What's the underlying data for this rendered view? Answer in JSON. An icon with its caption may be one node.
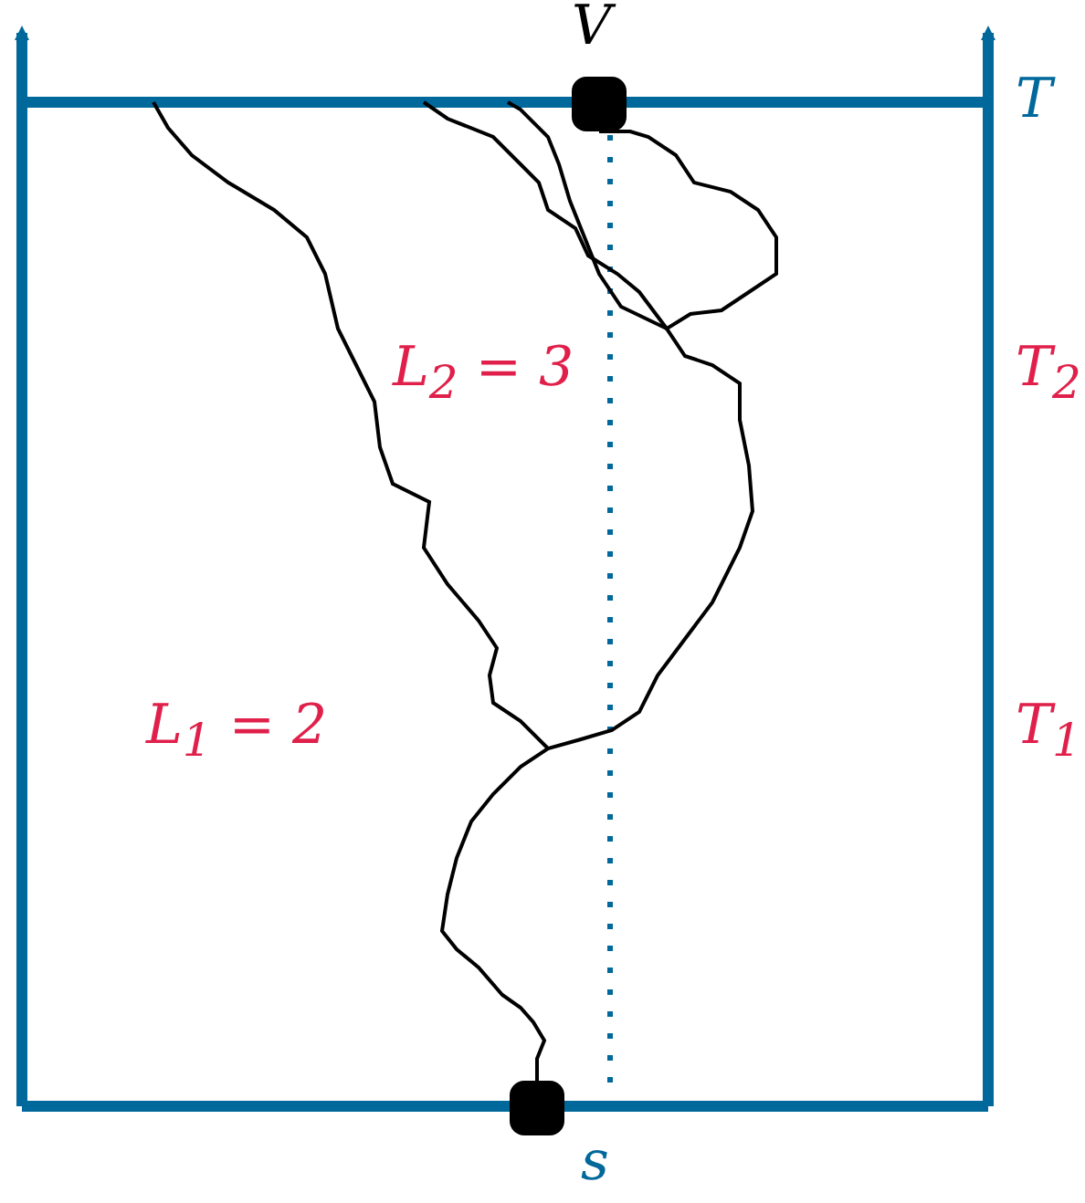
{
  "diagram": {
    "nodes": [
      {
        "text": [],
        "shape": "box",
        "beside": [
          "V"
        ]
      },
      {
        "text": [],
        "shape": "box",
        "beside": [
          "s"
        ]
      }
    ],
    "edges": [
      {
        "from": 1,
        "to": 0,
        "arrow": "none"
      }
    ],
    "labels": [
      "T",
      "T$_{2}$",
      "L$_{2}$ = 3",
      "T$_{1}$",
      "L$_{1}$ = 2"
    ]
  }
}
